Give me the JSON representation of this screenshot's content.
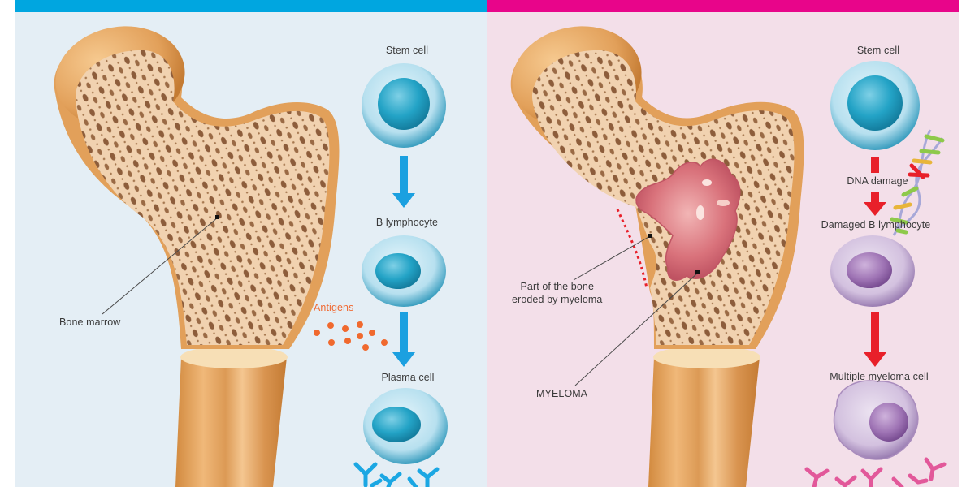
{
  "panels": {
    "normal": {
      "header_color": "#00a6e0",
      "background": "#e4eef5",
      "header_title": "",
      "bone_label": "Bone marrow",
      "cell_stages": [
        {
          "label": "Stem cell"
        },
        {
          "label": "B lymphocyte"
        },
        {
          "label": "Plasma cell"
        }
      ],
      "antigens_label": "Antigens",
      "arrow_color": "#1ba0e0",
      "antibody_color": "#1ba7e3"
    },
    "myeloma": {
      "header_color": "#e8058a",
      "background": "#f3dfe9",
      "header_title": "",
      "eroded_label_line1": "Part of the bone",
      "eroded_label_line2": "eroded by myeloma",
      "tumor_label": "MYELOMA",
      "cell_stages": [
        {
          "label": "Stem cell"
        },
        {
          "label": "DNA damage"
        },
        {
          "label": "Damaged B lymphocyte"
        },
        {
          "label": "Multiple myeloma cell"
        }
      ],
      "arrow_color": "#e8202a",
      "antibody_color": "#e2589a"
    }
  },
  "icons": {
    "bone": "femur-cross-section-icon",
    "stem_cell": "stem-cell-icon",
    "b_lymphocyte": "b-lymphocyte-icon",
    "plasma_cell": "plasma-cell-icon",
    "myeloma_cell": "myeloma-cell-icon",
    "dna": "dna-helix-icon",
    "antibody": "antibody-icon",
    "antigen": "antigen-dot-icon"
  }
}
